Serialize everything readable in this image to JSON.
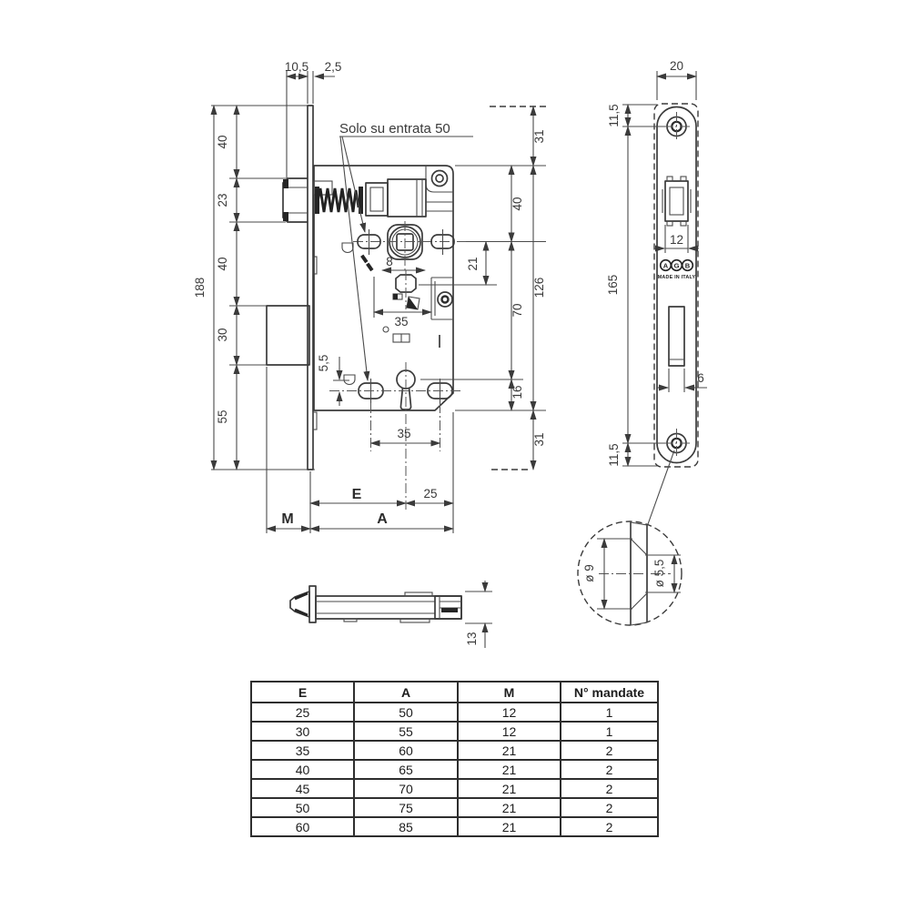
{
  "main": {
    "note": "Solo su entrata 50",
    "top": {
      "d105": "10,5",
      "d25": "2,5"
    },
    "left": {
      "total": "188",
      "c1": "40",
      "c2": "23",
      "c3": "40",
      "c4": "30",
      "c5": "55"
    },
    "right": {
      "r31t": "31",
      "r40": "40",
      "r21": "21",
      "r126": "126",
      "r70": "70",
      "r16": "16",
      "r31b": "31"
    },
    "inner": {
      "d8": "8",
      "d35m": "35",
      "d55": "5,5",
      "d35b": "35"
    },
    "bottom": {
      "e": "E",
      "d25": "25",
      "m": "M",
      "a": "A"
    }
  },
  "plate": {
    "w": "20",
    "top_off": "11,5",
    "len": "165",
    "bot_off": "11,5",
    "latch_w": "12",
    "slot_w": "6",
    "logo": {
      "a": "A",
      "g": "G",
      "b": "B",
      "made": "MADE IN ITALY"
    }
  },
  "latch": {
    "h": "13"
  },
  "detail": {
    "outer": "ø 9",
    "inner": "ø 5,5"
  },
  "table": {
    "headers": [
      "E",
      "A",
      "M",
      "N° mandate"
    ],
    "rows": [
      [
        "25",
        "50",
        "12",
        "1"
      ],
      [
        "30",
        "55",
        "12",
        "1"
      ],
      [
        "35",
        "60",
        "21",
        "2"
      ],
      [
        "40",
        "65",
        "21",
        "2"
      ],
      [
        "45",
        "70",
        "21",
        "2"
      ],
      [
        "50",
        "75",
        "21",
        "2"
      ],
      [
        "60",
        "85",
        "21",
        "2"
      ]
    ]
  }
}
